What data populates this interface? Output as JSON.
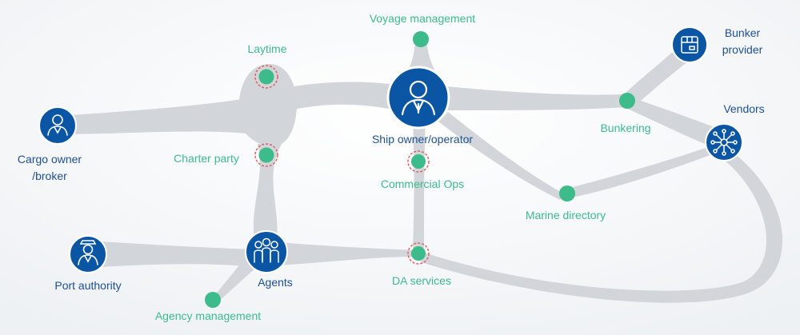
{
  "colors": {
    "actor_blue": "#0b55a5",
    "actor_text": "#1d4f95",
    "service_green": "#3dbb8a",
    "service_text": "#38b486",
    "connector_gray": "#d2d5d9",
    "highlight_ring": "#e05a5a"
  },
  "actors": {
    "ship_owner": {
      "label": "Ship owner/operator",
      "icon": "businessman-icon"
    },
    "cargo_owner": {
      "label_line1": "Cargo owner",
      "label_line2": "/broker",
      "icon": "person-icon"
    },
    "port_authority": {
      "label": "Port authority",
      "icon": "officer-icon"
    },
    "agents": {
      "label": "Agents",
      "icon": "group-icon"
    },
    "vendors": {
      "label": "Vendors",
      "icon": "network-icon"
    },
    "bunker_provider": {
      "label_line1": "Bunker",
      "label_line2": "provider",
      "icon": "box-icon"
    }
  },
  "services": {
    "voyage_management": "Voyage management",
    "laytime": "Laytime",
    "charter_party": "Charter party",
    "commercial_ops": "Commercial Ops",
    "bunkering": "Bunkering",
    "marine_directory": "Marine directory",
    "da_services": "DA services",
    "agency_management": "Agency management"
  }
}
